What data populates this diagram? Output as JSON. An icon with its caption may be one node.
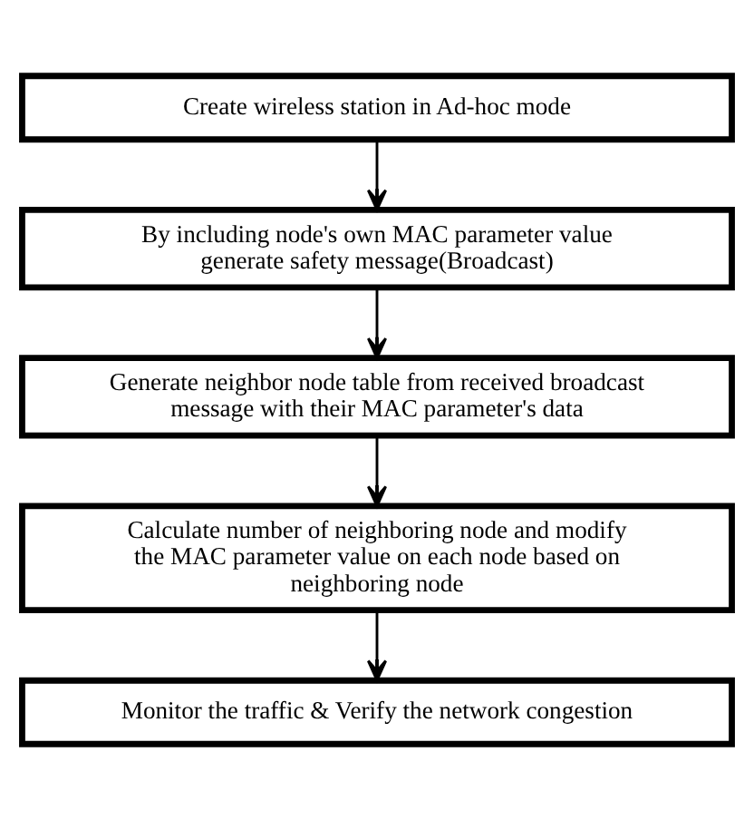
{
  "diagram": {
    "nodes": [
      {
        "text": [
          "Create wireless station in Ad-hoc mode"
        ]
      },
      {
        "text": [
          "By including node's own MAC parameter value generate safety message(Broadcast)"
        ]
      },
      {
        "text": [
          "Generate neighbor node table from received broadcast message with their MAC parameter's data"
        ]
      },
      {
        "text": [
          "Calculate number of neighboring node and modify the MAC parameter value on each node based on neighboring node"
        ]
      },
      {
        "text": [
          "Monitor the traffic & Verify the network congestion"
        ]
      }
    ],
    "edges": [
      {
        "from": 0,
        "to": 1,
        "arrow": "to"
      },
      {
        "from": 1,
        "to": 2,
        "arrow": "to"
      },
      {
        "from": 2,
        "to": 3,
        "arrow": "to"
      },
      {
        "from": 3,
        "to": 4,
        "arrow": "to"
      }
    ]
  }
}
